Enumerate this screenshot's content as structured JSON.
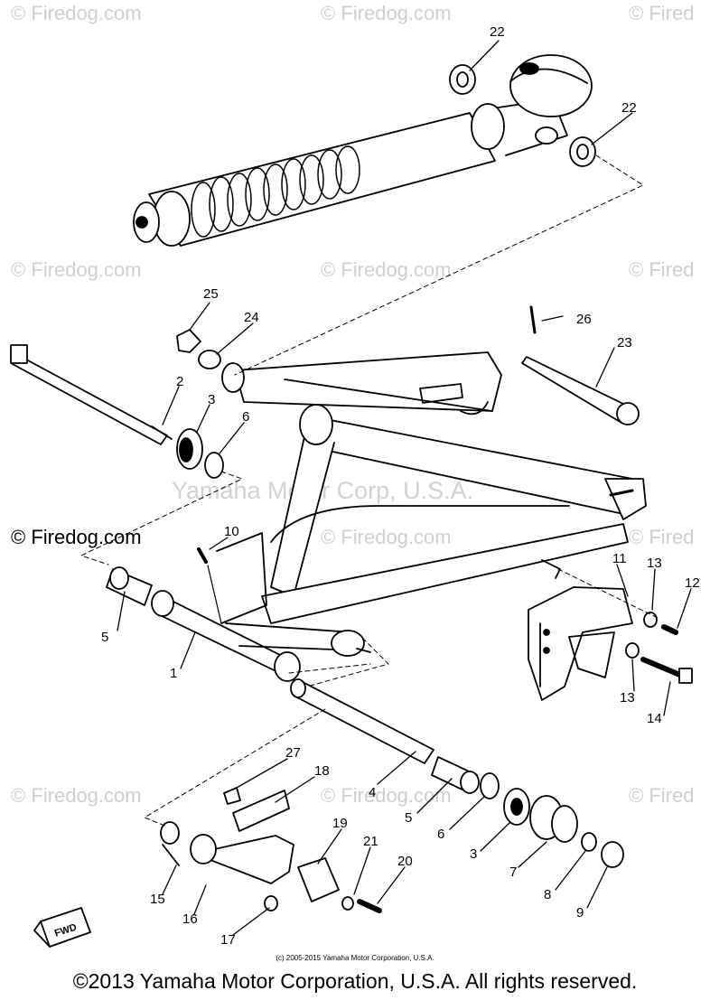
{
  "watermarks": {
    "r1a": "© Firedog.com",
    "r1b": "© Firedog.com",
    "r1c": "© Fired",
    "r2a": "© Firedog.com",
    "r2b": "© Firedog.com",
    "r2c": "© Fired",
    "r3a": "© Firedog.com",
    "r3b": "© Firedog.com",
    "r3c": "© Fired",
    "r4a": "© Firedog.com",
    "r4b": "© Firedog.com",
    "r4c": "© Fired"
  },
  "corp_watermark": "Yamaha Motor Corp, U.S.A.",
  "badge": "FWD",
  "small_copyright": "(c) 2005-2015 Yamaha Motor Corporation, U.S.A.",
  "footer": "©2013 Yamaha Motor Corporation, U.S.A. All rights reserved.",
  "labels": {
    "l22a": "22",
    "l22b": "22",
    "l25": "25",
    "l24": "24",
    "l26": "26",
    "l23": "23",
    "l2": "2",
    "l3a": "3",
    "l6a": "6",
    "l10": "10",
    "l11": "11",
    "l13a": "13",
    "l12": "12",
    "l5a": "5",
    "l1": "1",
    "l13b": "13",
    "l14": "14",
    "l27": "27",
    "l18": "18",
    "l4": "4",
    "l5b": "5",
    "l6b": "6",
    "l3b": "3",
    "l7": "7",
    "l8": "8",
    "l9": "9",
    "l19": "19",
    "l21": "21",
    "l20": "20",
    "l15": "15",
    "l16": "16",
    "l17": "17"
  }
}
